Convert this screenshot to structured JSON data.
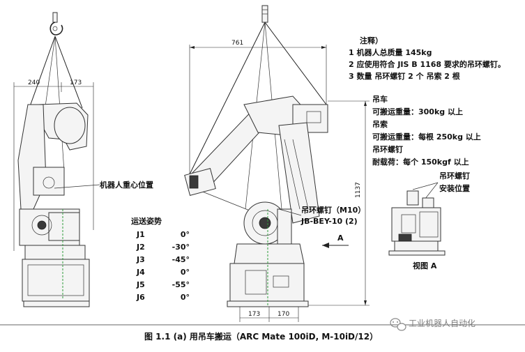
{
  "dimensions": {
    "left_width_a": "240",
    "left_width_b": "173",
    "reach": "761",
    "height": "1137",
    "base_width": "173",
    "base_offset": "170"
  },
  "labels": {
    "cog": "机器人重心位置",
    "eyebolt_spec_line1": "吊环螺钉（M10）",
    "eyebolt_spec_line2": "JB-BEY-10 (2)",
    "view_arrow": "A",
    "eyebolt_install_line1": "吊环螺钉",
    "eyebolt_install_line2": "安装位置",
    "view_a": "视图 A"
  },
  "notes": {
    "title": "注释）",
    "items": [
      "1  机器人总质量  145kg",
      "2  应使用符合 JIS B 1168 要求的吊环螺钉。",
      "3  数量    吊环螺钉 2 个    吊索 2 根"
    ]
  },
  "capacities": {
    "lines": [
      "吊车",
      "可搬运重量：300kg 以上",
      "吊索",
      "可搬运重量：每根 250kg 以上",
      "吊环螺钉",
      "耐载荷：每个 150kgf 以上"
    ]
  },
  "posture": {
    "title": "运送姿势",
    "joints": [
      {
        "name": "J1",
        "value": "0°"
      },
      {
        "name": "J2",
        "value": "-30°"
      },
      {
        "name": "J3",
        "value": "-45°"
      },
      {
        "name": "J4",
        "value": "0°"
      },
      {
        "name": "J5",
        "value": "-55°"
      },
      {
        "name": "J6",
        "value": "0°"
      }
    ]
  },
  "caption": "图 1.1 (a)  用吊车搬运（ARC Mate 100iD, M-10iD/12）",
  "watermark": "工业机器人自动化",
  "watermark_icon": "wechat-icon"
}
